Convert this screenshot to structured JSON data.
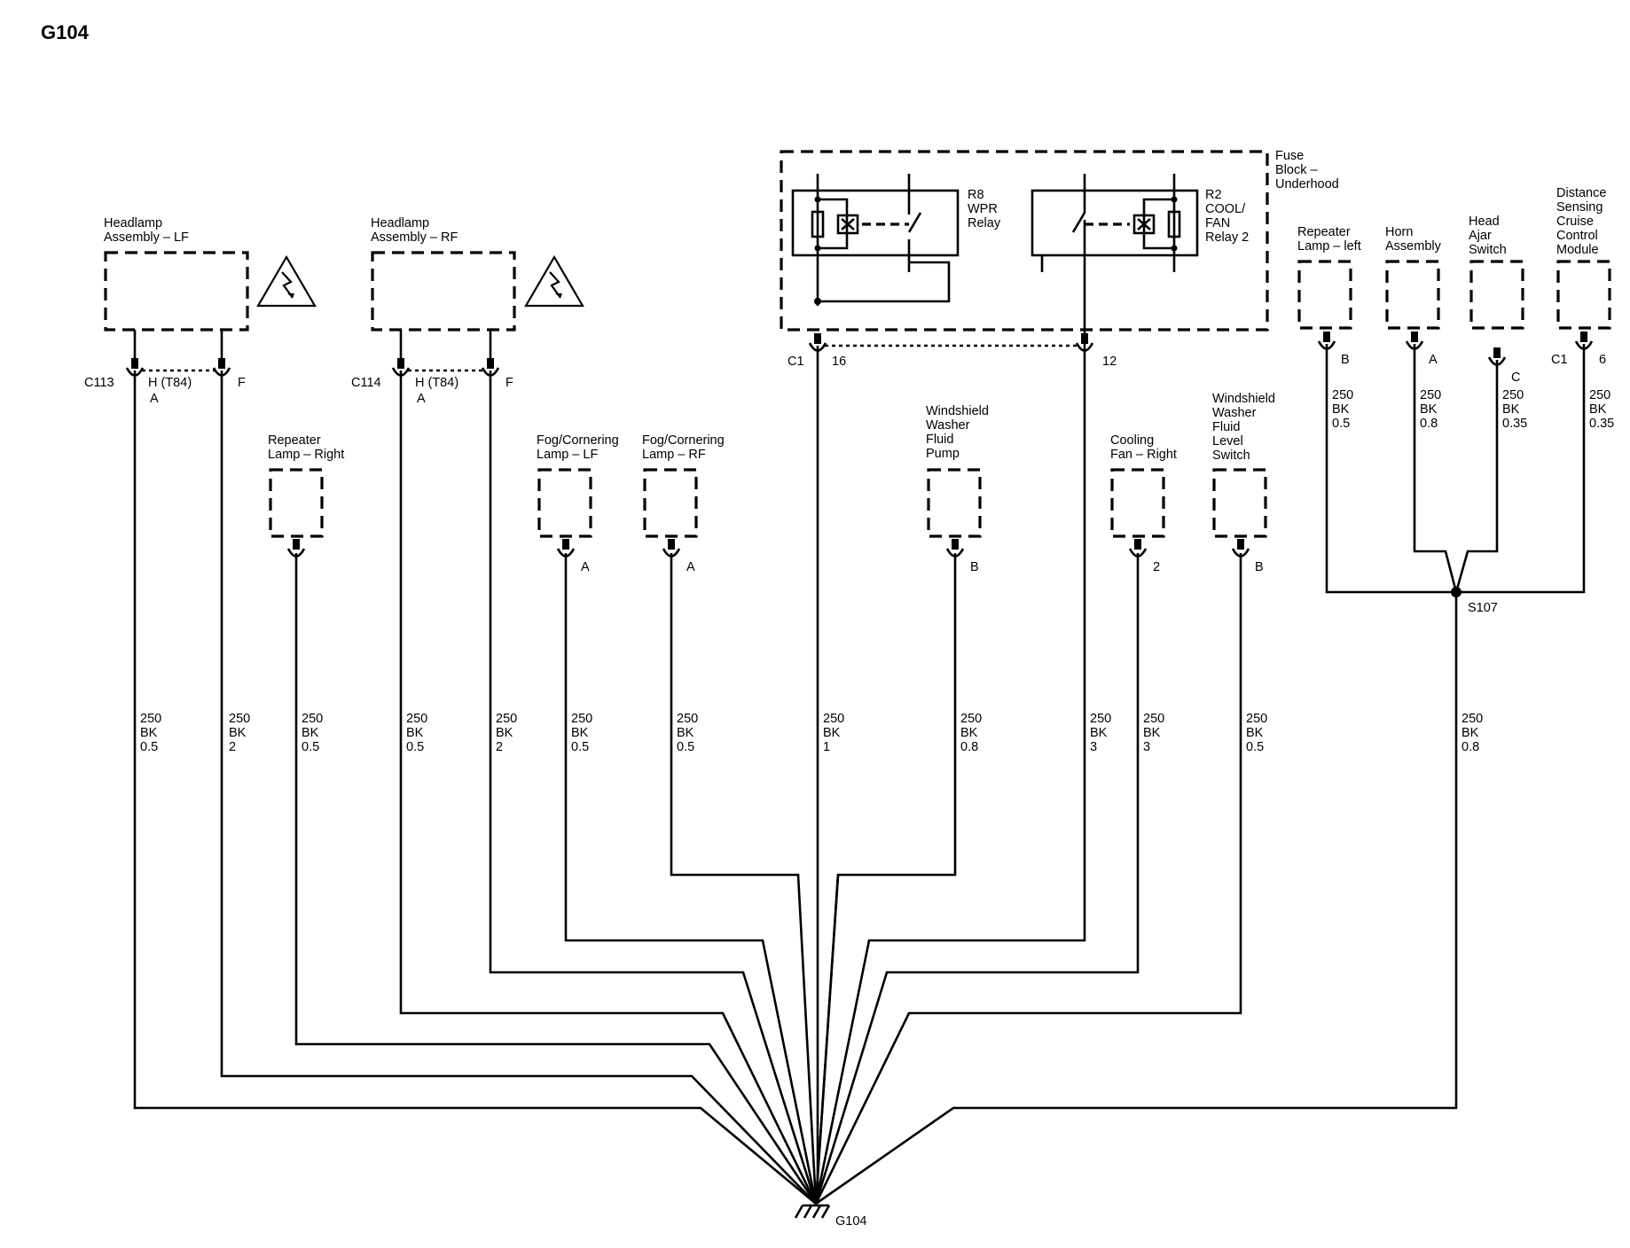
{
  "title": "G104",
  "ground_label": "G104",
  "splice_label": "S107",
  "fuse_block": {
    "label_lines": [
      "Fuse",
      "Block –",
      "Underhood"
    ],
    "relay_r8_lines": [
      "R8",
      "WPR",
      "Relay"
    ],
    "relay_r2_lines": [
      "R2",
      "COOL/",
      "FAN",
      "Relay 2"
    ],
    "connector": "C1",
    "pin_left": "16",
    "pin_right": "12"
  },
  "headlamps": [
    {
      "name_lines": [
        "Headlamp",
        "Assembly – LF"
      ],
      "connector": "C113",
      "pin_a_top": "H (T84)",
      "pin_a_bottom": "A",
      "pin_b": "F"
    },
    {
      "name_lines": [
        "Headlamp",
        "Assembly – RF"
      ],
      "connector": "C114",
      "pin_a_top": "H (T84)",
      "pin_a_bottom": "A",
      "pin_b": "F"
    }
  ],
  "components": [
    {
      "name_lines": [
        "Repeater",
        "Lamp – Right"
      ],
      "pin": ""
    },
    {
      "name_lines": [
        "Fog/Cornering",
        "Lamp – LF"
      ],
      "pin": "A"
    },
    {
      "name_lines": [
        "Fog/Cornering",
        "Lamp – RF"
      ],
      "pin": "A"
    },
    {
      "name_lines": [
        "Windshield",
        "Washer",
        "Fluid",
        "Pump"
      ],
      "pin": "B"
    },
    {
      "name_lines": [
        "Cooling",
        "Fan – Right"
      ],
      "pin": "2"
    },
    {
      "name_lines": [
        "Windshield",
        "Washer",
        "Fluid",
        "Level",
        "Switch"
      ],
      "pin": "B"
    }
  ],
  "right_components": [
    {
      "name_lines": [
        "Repeater",
        "Lamp – left"
      ],
      "connector": "",
      "pin": "B"
    },
    {
      "name_lines": [
        "Horn",
        "Assembly"
      ],
      "connector": "",
      "pin": "A"
    },
    {
      "name_lines": [
        "Head",
        "Ajar",
        "Switch"
      ],
      "connector": "",
      "pin": "C"
    },
    {
      "name_lines": [
        "Distance",
        "Sensing",
        "Cruise",
        "Control",
        "Module"
      ],
      "connector": "C1",
      "pin": "6"
    }
  ],
  "wire_labels_lower": [
    [
      "250",
      "BK",
      "0.5"
    ],
    [
      "250",
      "BK",
      "2"
    ],
    [
      "250",
      "BK",
      "0.5"
    ],
    [
      "250",
      "BK",
      "0.5"
    ],
    [
      "250",
      "BK",
      "2"
    ],
    [
      "250",
      "BK",
      "0.5"
    ],
    [
      "250",
      "BK",
      "0.5"
    ],
    [
      "250",
      "BK",
      "1"
    ],
    [
      "250",
      "BK",
      "0.8"
    ],
    [
      "250",
      "BK",
      "3"
    ],
    [
      "250",
      "BK",
      "3"
    ],
    [
      "250",
      "BK",
      "0.5"
    ],
    [
      "250",
      "BK",
      "0.8"
    ]
  ],
  "wire_labels_upper": [
    [
      "250",
      "BK",
      "0.5"
    ],
    [
      "250",
      "BK",
      "0.8"
    ],
    [
      "250",
      "BK",
      "0.35"
    ],
    [
      "250",
      "BK",
      "0.35"
    ]
  ]
}
